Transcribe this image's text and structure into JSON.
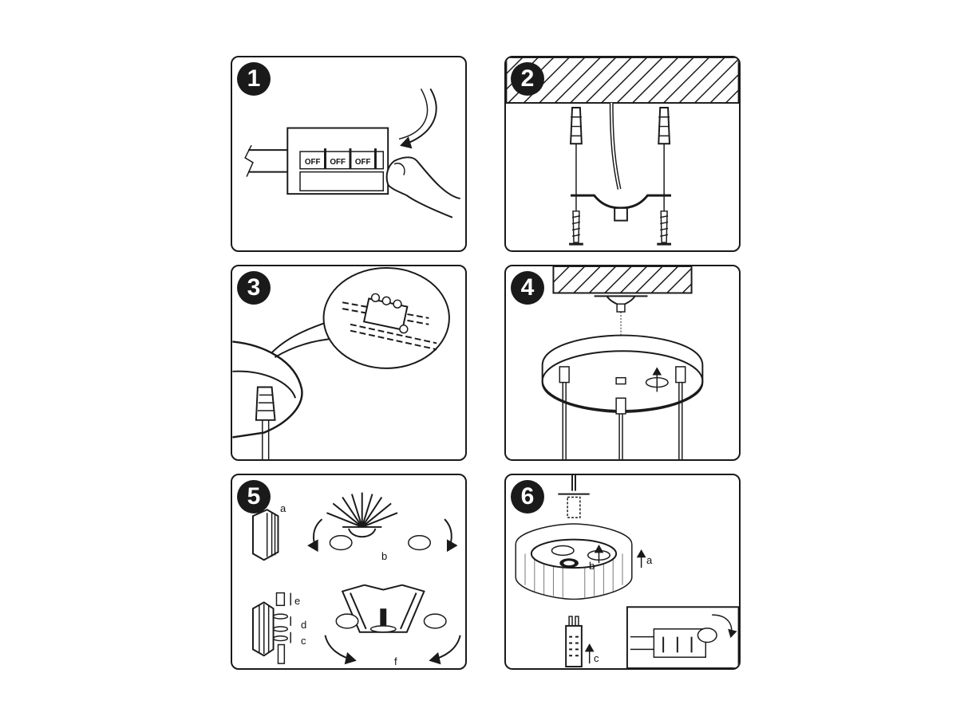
{
  "steps": [
    {
      "number": "1",
      "name": "switch-off-power"
    },
    {
      "number": "2",
      "name": "mount-ceiling-bracket"
    },
    {
      "number": "3",
      "name": "connect-wires"
    },
    {
      "number": "4",
      "name": "attach-canopy"
    },
    {
      "number": "5",
      "name": "fold-shade"
    },
    {
      "number": "6",
      "name": "install-shade-and-bulb"
    }
  ],
  "switch_labels": [
    "OFF",
    "OFF",
    "OFF"
  ],
  "step5_labels": {
    "a": "a",
    "b": "b",
    "c": "c",
    "d": "d",
    "e": "e",
    "f": "f"
  },
  "step6_labels": {
    "a": "a",
    "b": "b",
    "c": "c"
  },
  "colors": {
    "stroke": "#1a1a1a",
    "background": "#ffffff"
  }
}
